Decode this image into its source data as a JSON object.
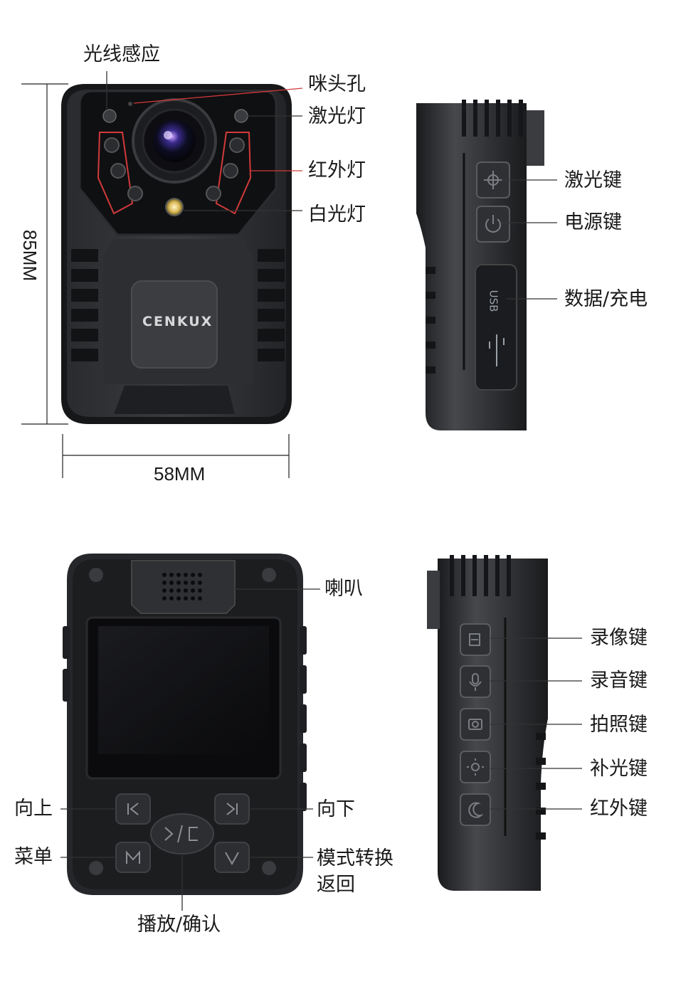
{
  "labels": {
    "light_sensor": "光线感应",
    "mic_hole": "咪头孔",
    "laser_light": "激光灯",
    "infrared_light": "红外灯",
    "white_light": "白光灯",
    "laser_key": "激光键",
    "power_key": "电源键",
    "data_charge": "数据/充电",
    "speaker": "喇叭",
    "up": "向上",
    "down": "向下",
    "menu": "菜单",
    "mode_switch": "模式转换",
    "back": "返回",
    "play_confirm": "播放/确认",
    "record_video_key": "录像键",
    "record_audio_key": "录音键",
    "photo_key": "拍照键",
    "fill_light_key": "补光键",
    "infrared_key": "红外键"
  },
  "dimensions": {
    "height": "85MM",
    "width": "58MM"
  },
  "device": {
    "brand": "CENKUX",
    "usb_port": "USB"
  },
  "colors": {
    "body_dark": "#1c1d1f",
    "body_mid": "#2e3033",
    "accent_red": "#d23a3a",
    "leader_line": "#333333"
  },
  "icons": [
    "laser-crosshair-icon",
    "power-icon",
    "usb-trident-icon",
    "video-icon",
    "microphone-icon",
    "camera-icon",
    "sun-icon",
    "moon-icon",
    "prev-icon",
    "next-icon",
    "menu-m-icon",
    "mode-v-icon",
    "play-return-icon"
  ]
}
